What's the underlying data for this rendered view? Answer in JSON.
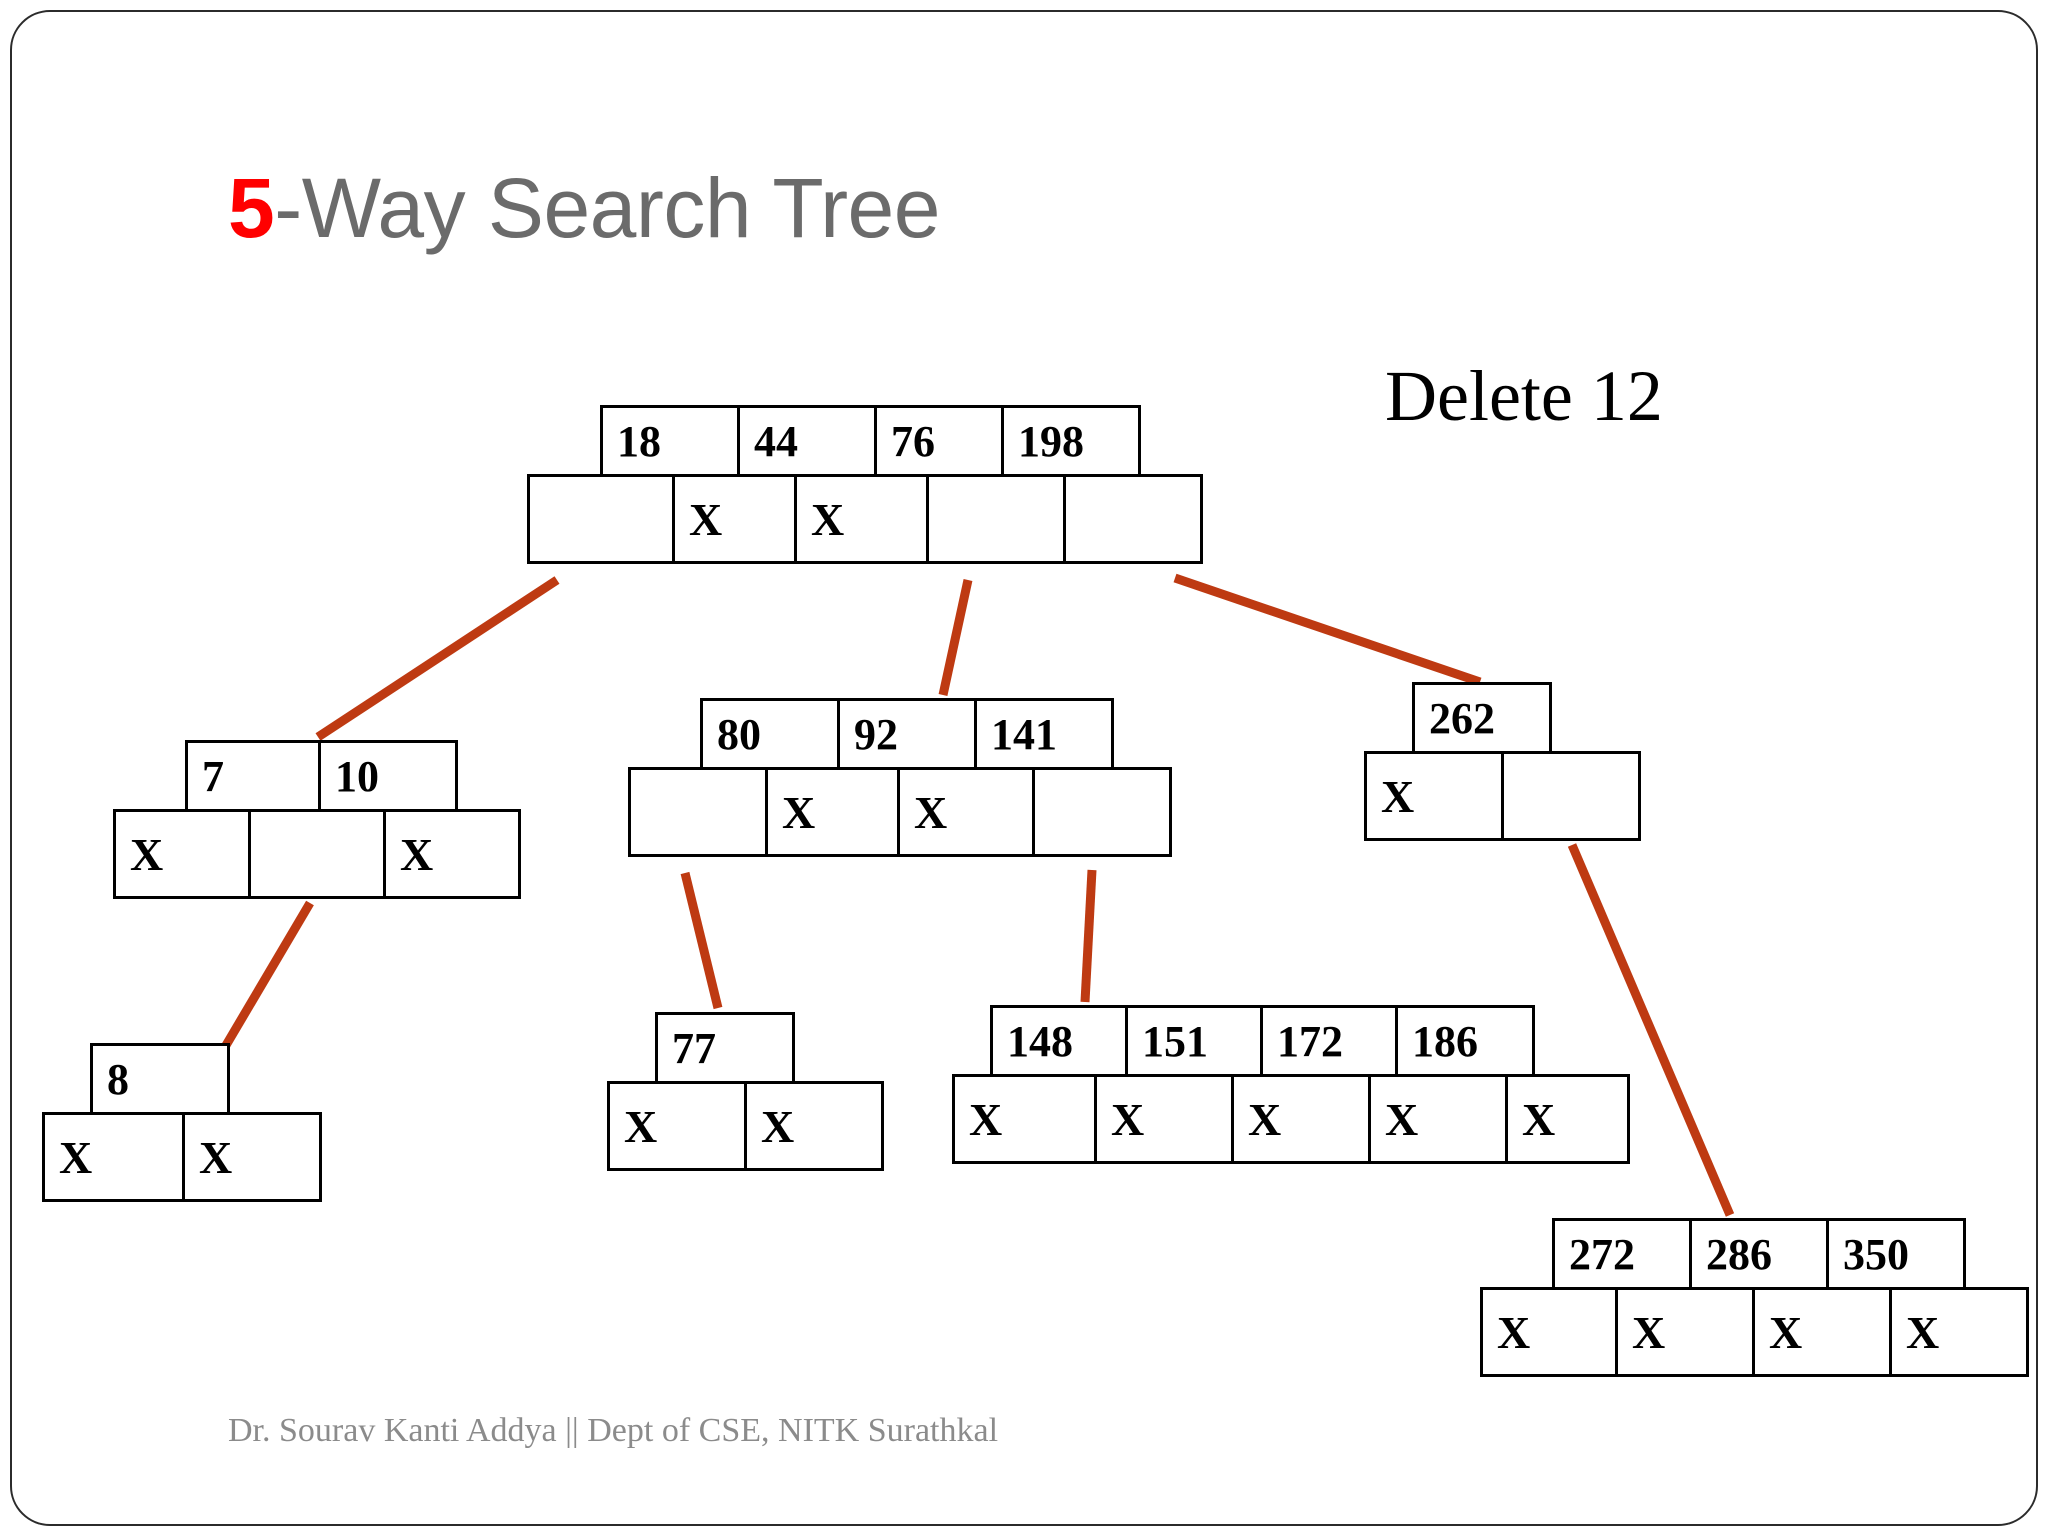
{
  "slide": {
    "title_accent": "5",
    "title_rest": "-Way Search Tree",
    "operation_label": "Delete 12",
    "footer": "Dr. Sourav Kanti Addya || Dept of CSE, NITK Surathkal",
    "edge_color": "#BE3A12",
    "border_color": "#2b2b2b",
    "accent_color": "#ff0000",
    "title_color": "#6b6b6b"
  },
  "tree": {
    "order": 5,
    "nodes": [
      {
        "id": "root",
        "keys": [
          "18",
          "44",
          "76",
          "198"
        ],
        "pointers": [
          "",
          "X",
          "X",
          "",
          ""
        ]
      },
      {
        "id": "n7-10",
        "keys": [
          "7",
          "10"
        ],
        "pointers": [
          "X",
          "",
          "X"
        ]
      },
      {
        "id": "n8",
        "keys": [
          "8"
        ],
        "pointers": [
          "X",
          "X"
        ]
      },
      {
        "id": "n80-92-141",
        "keys": [
          "80",
          "92",
          "141"
        ],
        "pointers": [
          "",
          "X",
          "X",
          ""
        ]
      },
      {
        "id": "n77",
        "keys": [
          "77"
        ],
        "pointers": [
          "X",
          "X"
        ]
      },
      {
        "id": "n148-151-172-186",
        "keys": [
          "148",
          "151",
          "172",
          "186"
        ],
        "pointers": [
          "X",
          "X",
          "X",
          "X",
          "X"
        ]
      },
      {
        "id": "n262",
        "keys": [
          "262"
        ],
        "pointers": [
          "X",
          ""
        ]
      },
      {
        "id": "n272-286-350",
        "keys": [
          "272",
          "286",
          "350"
        ],
        "pointers": [
          "X",
          "X",
          "X",
          "X"
        ]
      }
    ],
    "edges": [
      {
        "from": "root",
        "to": "n7-10"
      },
      {
        "from": "root",
        "to": "n80-92-141"
      },
      {
        "from": "root",
        "to": "n262"
      },
      {
        "from": "n7-10",
        "to": "n8"
      },
      {
        "from": "n80-92-141",
        "to": "n77"
      },
      {
        "from": "n80-92-141",
        "to": "n148-151-172-186"
      },
      {
        "from": "n262",
        "to": "n272-286-350"
      }
    ]
  }
}
